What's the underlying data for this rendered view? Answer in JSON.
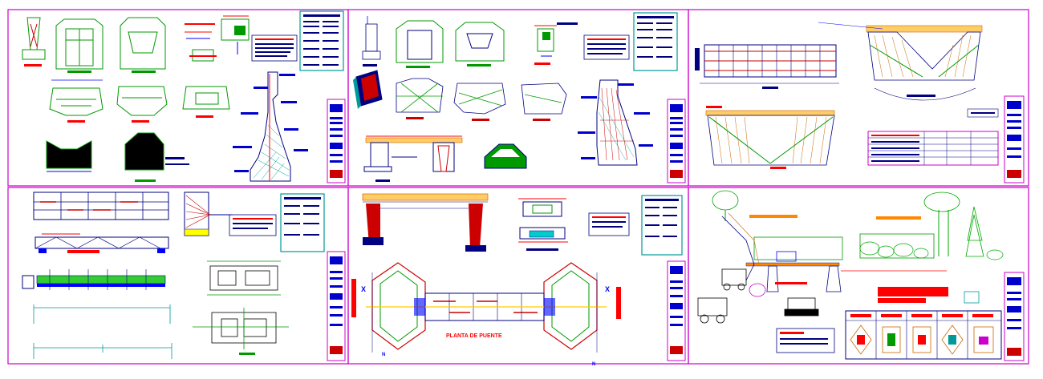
{
  "drawing": {
    "sheet_count": 6,
    "labels": {
      "plan_title": "PLANTA DE PUENTE",
      "section_mark_left": "X",
      "section_mark_right": "X",
      "north_mark": "N"
    },
    "colors": {
      "sheet_border": "#cc00cc",
      "structure": "#009900",
      "dimension": "#0000ff",
      "accent": "#ff0000",
      "steel": "#cc0000",
      "text_block": "#000080",
      "note_fill": "#ff0000",
      "tree": "#00aa00"
    }
  }
}
